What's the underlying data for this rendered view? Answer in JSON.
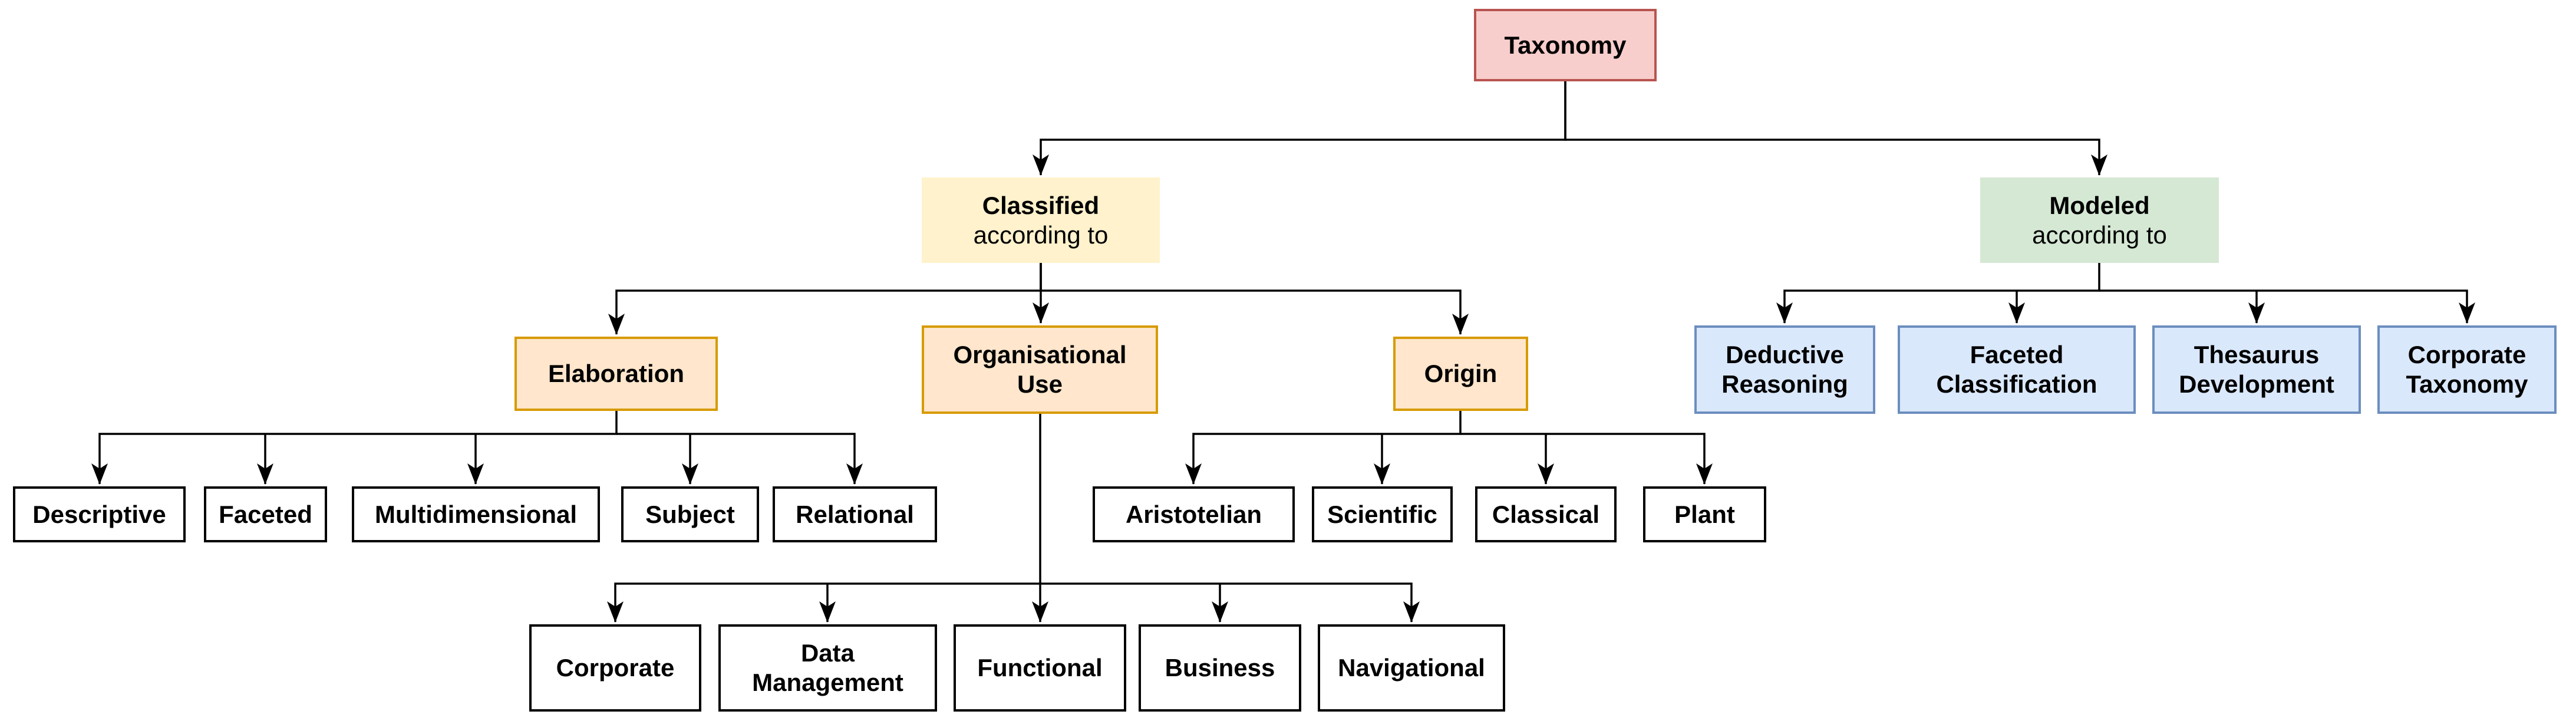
{
  "diagram": {
    "root": {
      "label": "Taxonomy"
    },
    "branches": [
      {
        "title": "Classified",
        "subtitle": "according to"
      },
      {
        "title": "Modeled",
        "subtitle": "according to"
      }
    ],
    "categories": [
      {
        "label": "Elaboration"
      },
      {
        "label": "Organisational\nUse"
      },
      {
        "label": "Origin"
      }
    ],
    "elaboration_children": [
      "Descriptive",
      "Faceted",
      "Multidimensional",
      "Subject",
      "Relational"
    ],
    "organisational_use_children": [
      "Corporate",
      "Data\nManagement",
      "Functional",
      "Business",
      "Navigational"
    ],
    "origin_children": [
      "Aristotelian",
      "Scientific",
      "Classical",
      "Plant"
    ],
    "modeled_children": [
      "Deductive\nReasoning",
      "Faceted\nClassification",
      "Thesaurus\nDevelopment",
      "Corporate\nTaxonomy"
    ],
    "colors": {
      "root_fill": "#f8cecc",
      "root_stroke": "#b85450",
      "classified_fill": "#fff2cc",
      "modeled_fill": "#d5e8d4",
      "category_fill": "#ffe6cc",
      "category_stroke": "#d79b00",
      "method_fill": "#dae8fc",
      "method_stroke": "#6c8ebf",
      "leaf_fill": "#ffffff",
      "leaf_stroke": "#000000",
      "connector": "#000000",
      "text": "#000000",
      "background": "#ffffff"
    }
  }
}
